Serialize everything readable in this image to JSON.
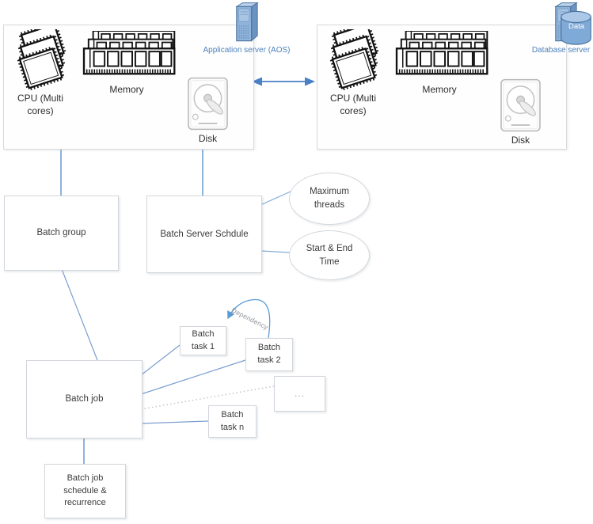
{
  "app_server": {
    "caption": "Application server (AOS)",
    "cpu_label": "CPU (Multi\ncores)",
    "memory_label": "Memory",
    "disk_label": "Disk"
  },
  "db_server": {
    "caption": "Database server",
    "data_badge": "Data",
    "cpu_label": "CPU (Multi\ncores)",
    "memory_label": "Memory",
    "disk_label": "Disk"
  },
  "nodes": {
    "batch_group": "Batch group",
    "batch_server_schedule": "Batch Server Schdule",
    "maximum_threads": "Maximum\nthreads",
    "start_end_time": "Start & End\nTime",
    "batch_job": "Batch job",
    "batch_task_1": "Batch\ntask 1",
    "batch_task_2": "Batch\ntask 2",
    "batch_task_ellipsis": "...",
    "batch_task_n": "Batch\ntask n",
    "batch_job_schedule": "Batch job\nschedule &\nrecurrence"
  },
  "edges": {
    "dependency_label": "Dependency"
  },
  "colors": {
    "accent_blue": "#4e81bd",
    "connector_blue": "#8eb4dc",
    "thin_line_blue": "#7b9fd0",
    "dependency_blue": "#5b9bd5",
    "dotted_gray": "#c6c6c6"
  }
}
